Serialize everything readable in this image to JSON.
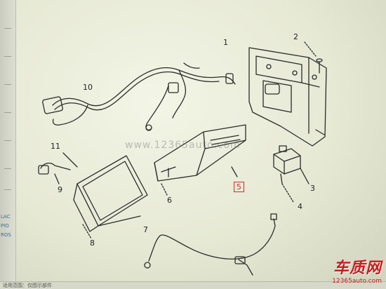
{
  "diagram": {
    "callouts": [
      {
        "id": "1",
        "label": "1"
      },
      {
        "id": "2",
        "label": "2"
      },
      {
        "id": "3",
        "label": "3"
      },
      {
        "id": "4",
        "label": "4"
      },
      {
        "id": "5",
        "label": "5"
      },
      {
        "id": "6",
        "label": "6"
      },
      {
        "id": "7",
        "label": "7"
      },
      {
        "id": "8",
        "label": "8"
      },
      {
        "id": "9",
        "label": "9"
      },
      {
        "id": "10",
        "label": "10"
      },
      {
        "id": "11",
        "label": "11"
      }
    ],
    "highlighted_callout": "5"
  },
  "watermark": {
    "site_text": "www.12365auto.com",
    "logo_text": "车质网",
    "logo_url": "12365auto.com"
  },
  "screen": {
    "left_strip_labels": [
      "LAC",
      "PIO",
      "ROS"
    ],
    "bottom_text": "适用范围：仅图示部件"
  },
  "colors": {
    "line": "#2b2b2b",
    "highlight": "#d32b2b",
    "brand": "#c41e1e"
  }
}
